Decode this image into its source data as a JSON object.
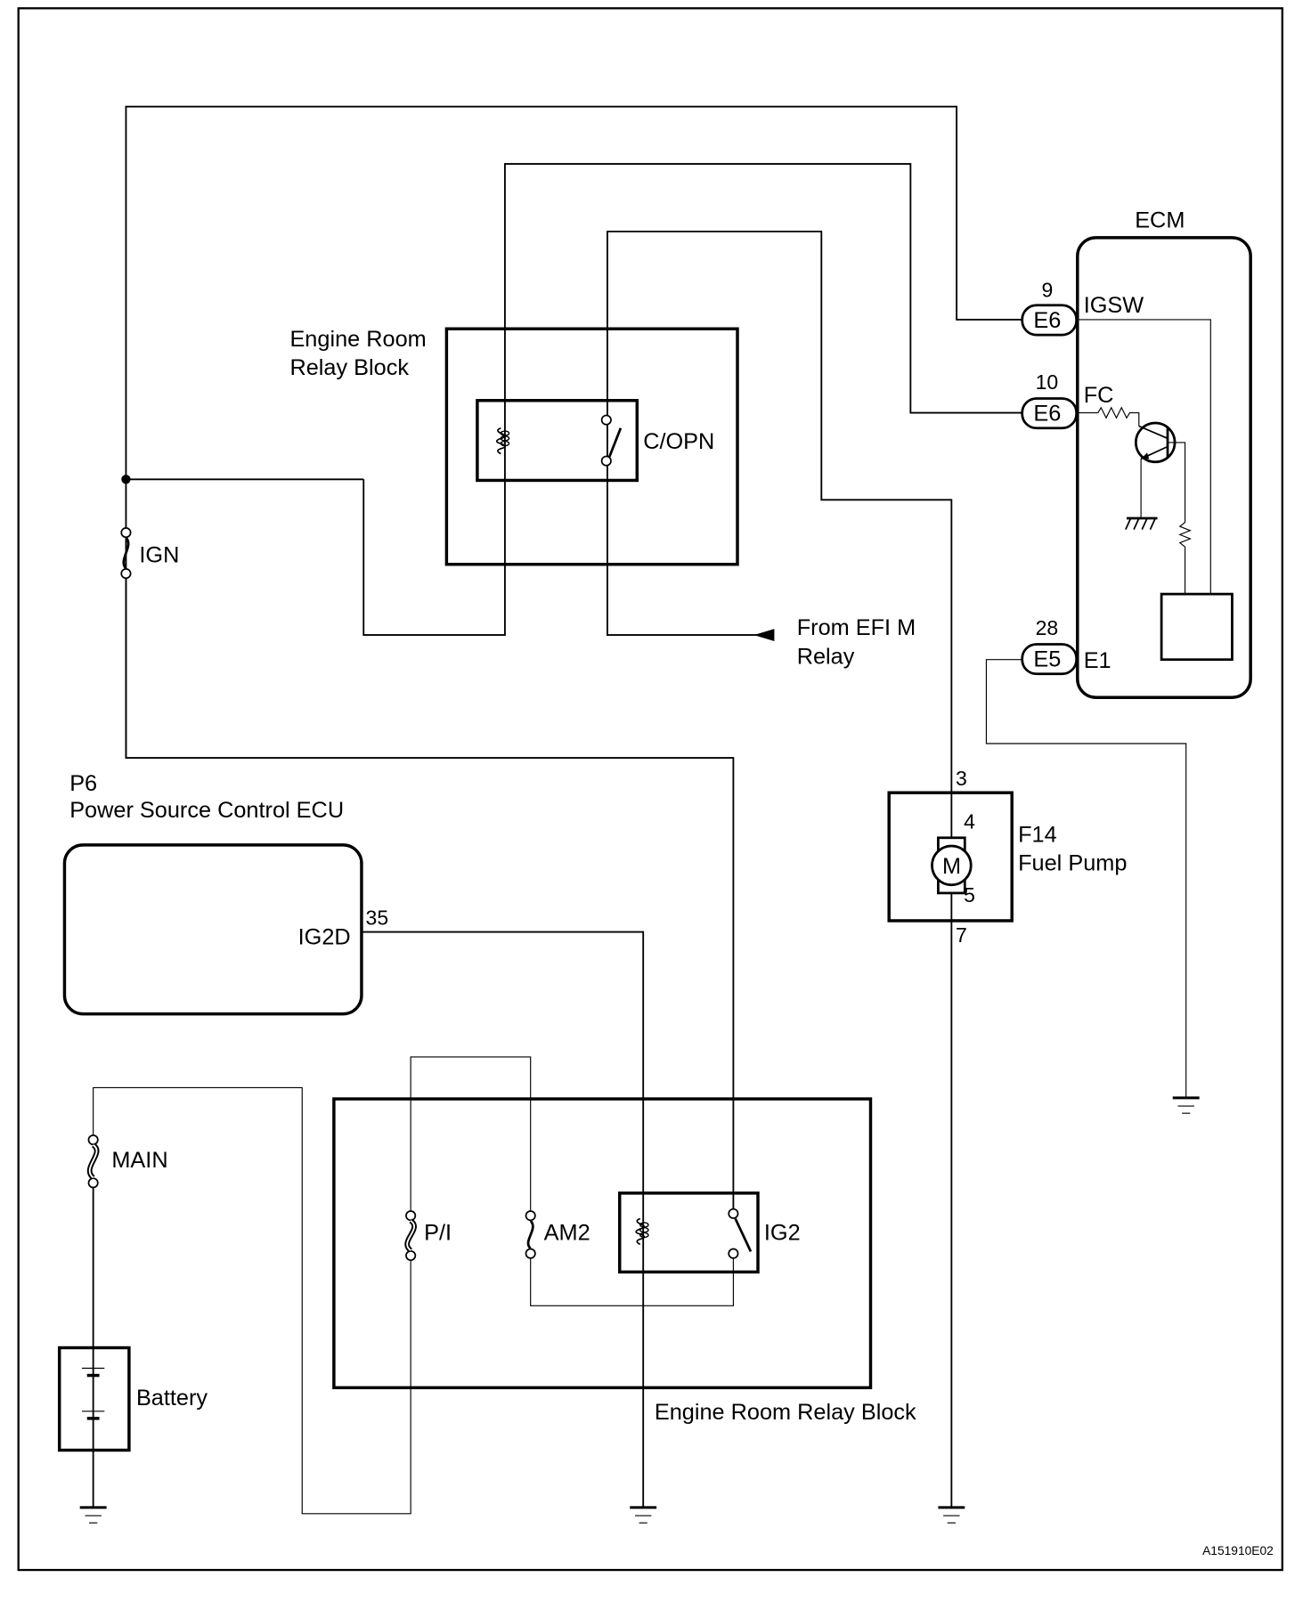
{
  "colors": {
    "line": "#000000",
    "background": "#ffffff"
  },
  "drawing_id": "A151910E02",
  "components": {
    "ecm": {
      "title": "ECM",
      "terminals": [
        {
          "pin": "9",
          "connector": "E6",
          "name": "IGSW"
        },
        {
          "pin": "10",
          "connector": "E6",
          "name": "FC"
        },
        {
          "pin": "28",
          "connector": "E5",
          "name": "E1"
        }
      ]
    },
    "relay_block_top": {
      "title_line1": "Engine Room",
      "title_line2": "Relay Block",
      "relay": "C/OPN"
    },
    "efi_source": {
      "line1": "From EFI M",
      "line2": "Relay"
    },
    "ign_fuse": {
      "label": "IGN"
    },
    "fuel_pump": {
      "connector": "F14",
      "name": "Fuel Pump",
      "motor_symbol": "M",
      "pins": {
        "top_outer": "3",
        "top_inner": "4",
        "bottom_inner": "5",
        "bottom_outer": "7"
      }
    },
    "power_ecu": {
      "connector": "P6",
      "name": "Power Source Control ECU",
      "terminal_name": "IG2D",
      "terminal_pin": "35"
    },
    "relay_block_bottom": {
      "title": "Engine Room Relay Block",
      "fuses": [
        "P/I",
        "AM2"
      ],
      "relay": "IG2"
    },
    "main_fuse": {
      "label": "MAIN"
    },
    "battery": {
      "label": "Battery"
    }
  }
}
